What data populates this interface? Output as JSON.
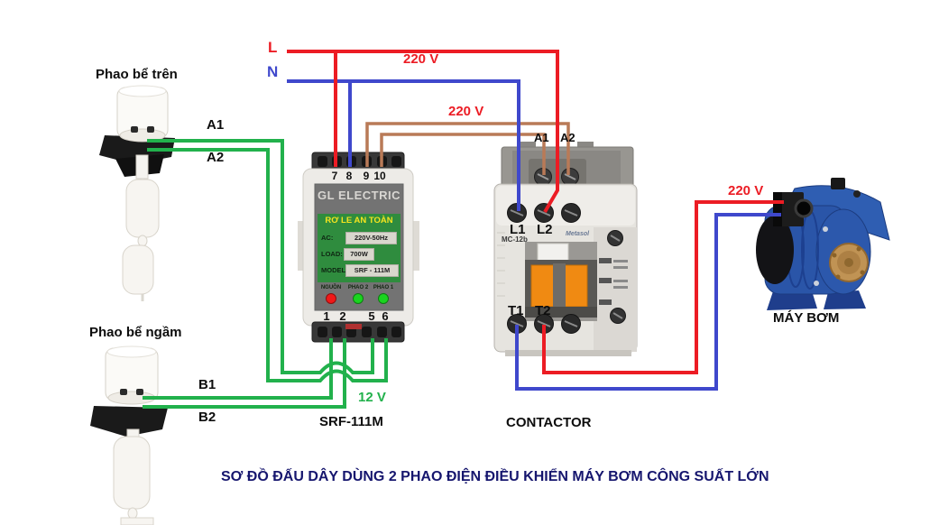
{
  "caption": "SƠ ĐỒ ĐẤU DÂY DÙNG 2 PHAO ĐIỆN ĐIỀU KHIỂN MÁY BƠM CÔNG SUẤT LỚN",
  "colors": {
    "live_wire": "#ec1c24",
    "neutral_wire": "#3f48cc",
    "float_wire": "#22b14c",
    "coil_wire": "#b97a57",
    "caption_text": "#16166e"
  },
  "power": {
    "live_label": "L",
    "neutral_label": "N",
    "voltage_main": "220 V",
    "voltage_coil": "220 V",
    "voltage_pump": "220 V",
    "voltage_float": "12 V"
  },
  "float_top": {
    "title": "Phao bể trên",
    "wire1": "A1",
    "wire2": "A2"
  },
  "float_bottom": {
    "title": "Phao bể ngầm",
    "wire1": "B1",
    "wire2": "B2"
  },
  "relay": {
    "name": "SRF-111M",
    "brand": "GL ELECTRIC",
    "panel_title": "RƠ LE AN TOÀN",
    "spec1_key": "AC:",
    "spec1_value": "220V-50Hz",
    "spec2_key": "LOAD:",
    "spec2_value": "700W",
    "spec3_key": "MODEL:",
    "spec3_value": "SRF - 111M",
    "led1": "NGUỒN",
    "led2": "PHAO 2",
    "led3": "PHAO 1",
    "t7": "7",
    "t8": "8",
    "t9": "9",
    "t10": "10",
    "t1": "1",
    "t2": "2",
    "t5": "5",
    "t6": "6"
  },
  "contactor": {
    "name": "CONTACTOR",
    "model": "MC-12b",
    "brand": "Metasol",
    "a1": "A1",
    "a2": "A2",
    "l1": "L1",
    "l2": "L2",
    "t1": "T1",
    "t2": "T2"
  },
  "pump": {
    "title": "MÁY BƠM"
  }
}
